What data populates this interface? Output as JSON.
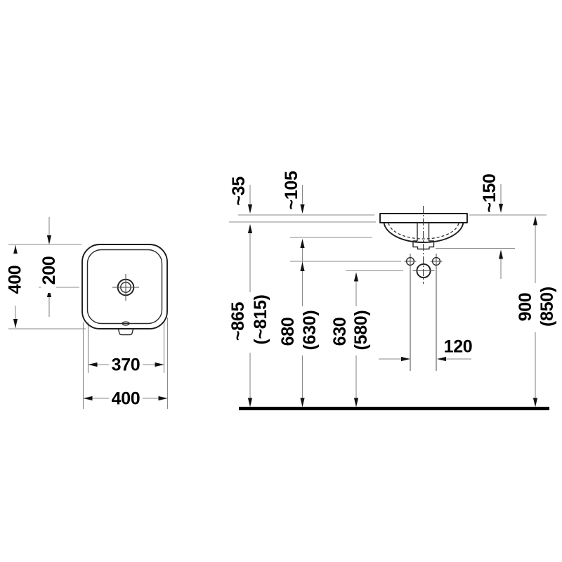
{
  "drawing": {
    "kind": "washbasin installation technical drawing",
    "colors": {
      "background": "#ffffff",
      "object_line": "#1c1c1c",
      "dimension_line": "#8a8a8a",
      "label_text": "#000000",
      "floor_line": "#000000"
    },
    "labels": {
      "top_view": {
        "overall_depth": "400",
        "drain_offset": "200",
        "basin_width": "370",
        "overall_width": "400"
      },
      "front_view": {
        "rim_above_counter": "~35",
        "basin_depth": "~105",
        "outlet_drop": "~150",
        "counter_height": "~865",
        "counter_height_alt": "(~815)",
        "fixing_height": "680",
        "fixing_height_alt": "(630)",
        "waste_height": "630",
        "waste_height_alt": "(580)",
        "fixing_spacing": "120",
        "rim_height": "900",
        "rim_height_alt": "(850)"
      }
    }
  }
}
